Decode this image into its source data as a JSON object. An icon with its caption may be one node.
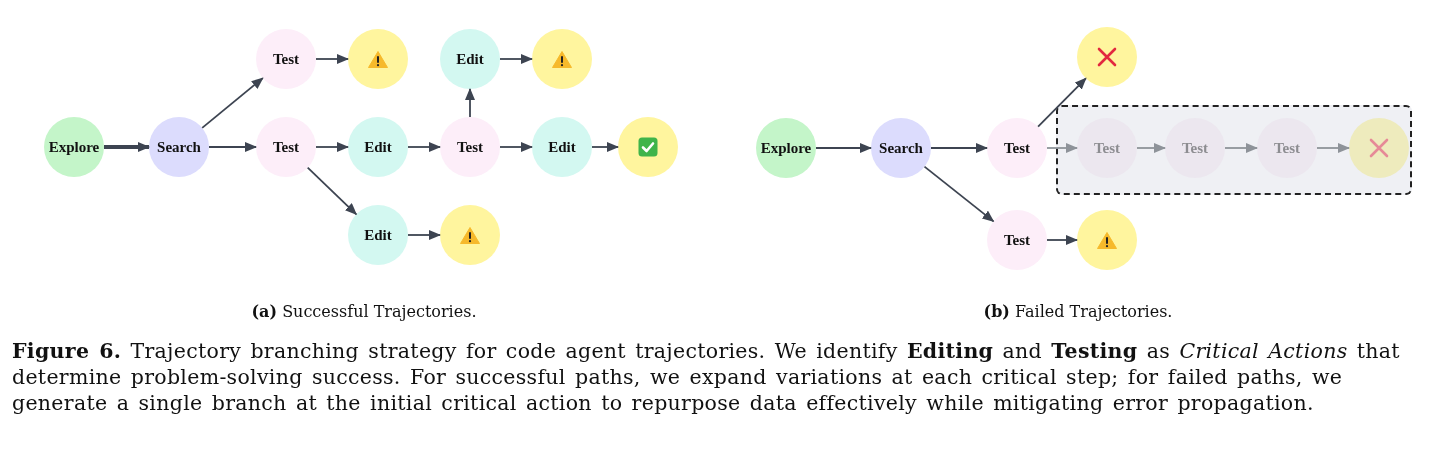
{
  "diagram": {
    "caption": "**Figure 6.** Trajectory branching strategy for code agent trajectories. We identify **Editing** and **Testing** as *Critical Actions* that determine problem-solving success. For successful paths, we expand variations at each critical step; for failed paths, we generate a single branch at the initial critical action to repurpose data effectively while mitigating error propagation.",
    "nodes": [
      {
        "text": [
          "Explore"
        ]
      },
      {
        "text": [
          "Search"
        ]
      },
      {
        "text": [
          "Test"
        ]
      },
      {
        "text": [],
        "shape": "circle"
      },
      {
        "text": [
          "Test"
        ]
      },
      {
        "text": [
          "Edit"
        ]
      },
      {
        "text": [
          "Test"
        ]
      },
      {
        "text": [
          "Edit"
        ]
      },
      {
        "text": [],
        "shape": "circle"
      },
      {
        "text": [
          "Edit"
        ]
      },
      {
        "text": [],
        "shape": "circle"
      },
      {
        "text": [
          "Edit"
        ]
      },
      {
        "text": [],
        "shape": "circle"
      },
      {
        "text": [
          "Explore"
        ]
      },
      {
        "text": [
          "Search"
        ]
      },
      {
        "text": [
          "Test"
        ]
      },
      {
        "text": [],
        "shape": "circle"
      },
      {
        "text": [],
        "shape": "box"
      },
      {
        "text": [
          "Test"
        ],
        "in": 17
      },
      {
        "text": [
          "Test"
        ],
        "in": 17
      },
      {
        "text": [
          "Test"
        ],
        "in": 17
      },
      {
        "text": [],
        "shape": "circle",
        "in": 17
      },
      {
        "text": [
          "Test"
        ]
      },
      {
        "text": [],
        "shape": "circle"
      }
    ],
    "edges": [
      {
        "from": 0,
        "to": 1,
        "arrow": "to",
        "style": "thick"
      },
      {
        "from": 1,
        "to": 2,
        "arrow": "to"
      },
      {
        "from": 2,
        "to": 3,
        "arrow": "to"
      },
      {
        "from": 1,
        "to": 4,
        "arrow": "to"
      },
      {
        "from": 4,
        "to": 5,
        "arrow": "to"
      },
      {
        "from": 4,
        "to": 11,
        "arrow": "to"
      },
      {
        "from": 5,
        "to": 6,
        "arrow": "to"
      },
      {
        "from": 6,
        "to": 7,
        "arrow": "to"
      },
      {
        "from": 7,
        "to": 8,
        "arrow": "to"
      },
      {
        "from": 6,
        "to": 9,
        "arrow": "to"
      },
      {
        "from": 9,
        "to": 10,
        "arrow": "to"
      },
      {
        "from": 11,
        "to": 12,
        "arrow": "to"
      },
      {
        "from": 13,
        "to": 14,
        "arrow": "to"
      },
      {
        "from": 14,
        "to": 15,
        "arrow": "to"
      },
      {
        "from": 15,
        "to": 16,
        "arrow": "to"
      },
      {
        "from": 14,
        "to": 22,
        "arrow": "to"
      },
      {
        "from": 15,
        "to": 18,
        "arrow": "to",
        "color": "#8e9399"
      },
      {
        "from": 18,
        "to": 19,
        "arrow": "to",
        "color": "#8e9399"
      },
      {
        "from": 19,
        "to": 20,
        "arrow": "to",
        "color": "#8e9399"
      },
      {
        "from": 20,
        "to": 21,
        "arrow": "to",
        "color": "#8e9399"
      },
      {
        "from": 22,
        "to": 23,
        "arrow": "to"
      }
    ],
    "labels": [
      "**(a)** Successful Trajectories.",
      "**(b)** Failed Trajectories."
    ]
  }
}
